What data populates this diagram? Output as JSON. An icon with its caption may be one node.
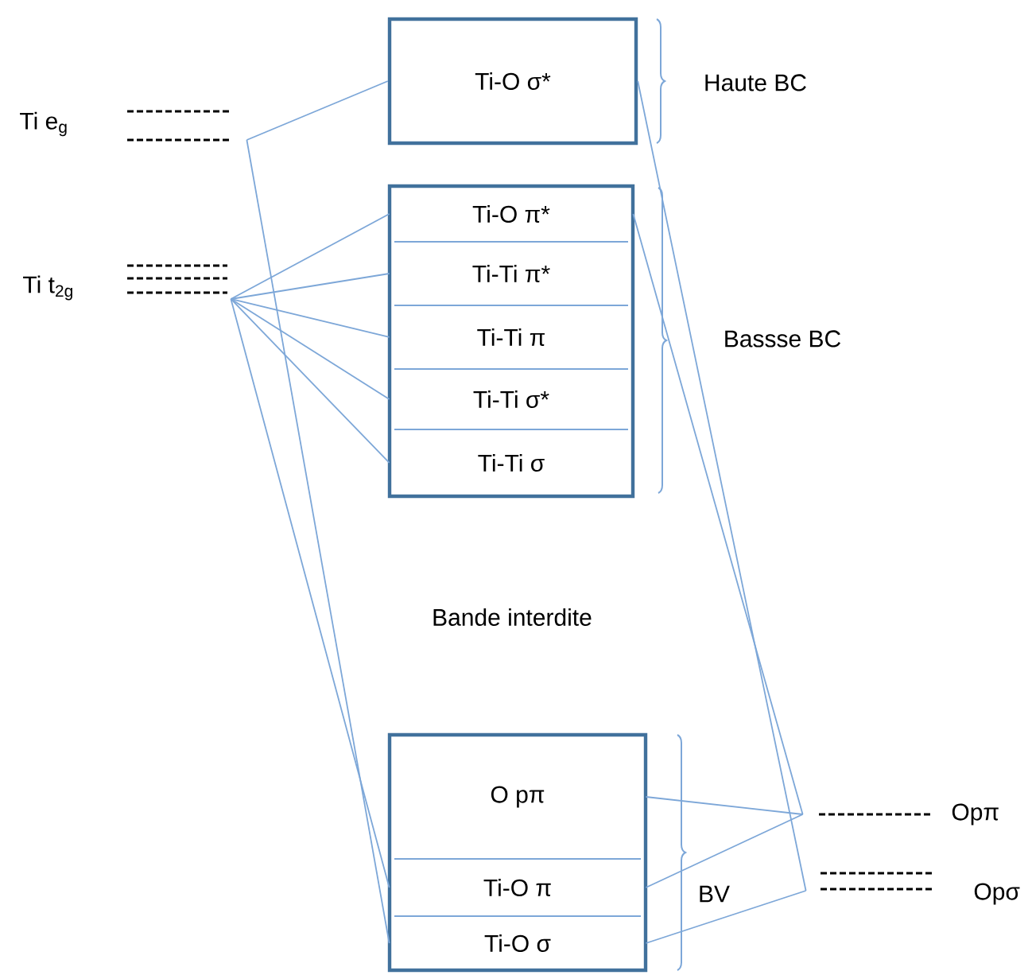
{
  "diagram": {
    "nodes": [
      {
        "text": [
          "Ti e$_{g}$"
        ]
      },
      {
        "text": [
          "Ti t$_{2g}$"
        ]
      },
      {
        "text": [
          "Ti-O σ*"
        ]
      },
      {
        "text": [],
        "shape": "box"
      },
      {
        "text": [
          "Ti-O π*"
        ],
        "in": 3
      },
      {
        "text": [
          "Ti-Ti π*"
        ],
        "in": 3
      },
      {
        "text": [
          "Ti-Ti π"
        ],
        "in": 3
      },
      {
        "text": [
          "Ti-Ti σ*"
        ],
        "in": 3
      },
      {
        "text": [
          "Ti-Ti σ"
        ],
        "in": 3
      },
      {
        "text": [],
        "shape": "box"
      },
      {
        "text": [
          "O  pπ"
        ],
        "in": 9
      },
      {
        "text": [
          "Ti-O π"
        ],
        "in": 9
      },
      {
        "text": [
          "Ti-O σ"
        ],
        "in": 9
      },
      {
        "text": [
          "Opπ"
        ]
      },
      {
        "text": [
          "Opσ"
        ]
      }
    ],
    "edges": [
      {
        "from": 0,
        "to": 2,
        "arrow": "none"
      },
      {
        "from": 0,
        "to": 12,
        "arrow": "none"
      },
      {
        "from": 1,
        "to": 4,
        "arrow": "none"
      },
      {
        "from": 1,
        "to": 5,
        "arrow": "none"
      },
      {
        "from": 1,
        "to": 6,
        "arrow": "none"
      },
      {
        "from": 1,
        "to": 7,
        "arrow": "none"
      },
      {
        "from": 1,
        "to": 8,
        "arrow": "none"
      },
      {
        "from": 1,
        "to": 11,
        "arrow": "none"
      },
      {
        "from": 13,
        "to": 4,
        "arrow": "none"
      },
      {
        "from": 13,
        "to": 10,
        "arrow": "none"
      },
      {
        "from": 13,
        "to": 11,
        "arrow": "none"
      },
      {
        "from": 14,
        "to": 2,
        "arrow": "none"
      },
      {
        "from": 14,
        "to": 12,
        "arrow": "none"
      }
    ],
    "labels": [
      "Haute BC",
      "Bassse BC",
      "Bande interdite",
      "BV"
    ]
  }
}
